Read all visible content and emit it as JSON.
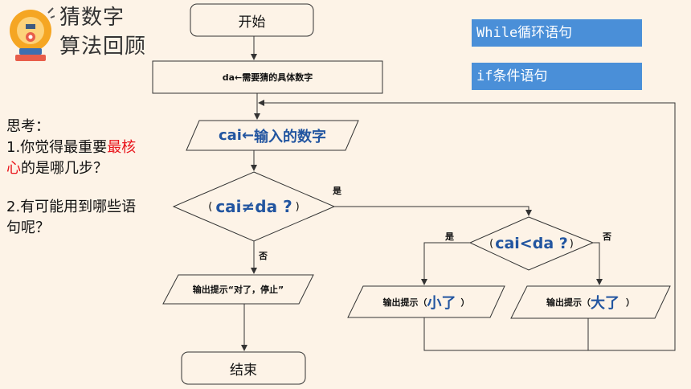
{
  "slide": {
    "title_line1": "猜数字",
    "title_line2": "算法回顾",
    "bell_icon": "alarm-bell-icon"
  },
  "thinking": {
    "heading": "思考：",
    "q1_part1": "1.你觉得最重要",
    "q1_highlight_a": "最核",
    "q1_highlight_b": "心",
    "q1_part2": "的是哪几步？",
    "q2_line1": "2.有可能用到哪些语",
    "q2_line2": "句呢？"
  },
  "tags": {
    "while_label": "While循环语句",
    "if_label": "if条件语句"
  },
  "flowchart": {
    "start": "开始",
    "assign": "da←需要猜的具体数字",
    "input_prefix": "cai",
    "input_arrow": "←",
    "input_text": "输入的数字",
    "cond1_open": "(",
    "cond1": "cai≠da ?",
    "cond1_close": ")",
    "yes1": "是",
    "no1": "否",
    "out_correct": "输出提示“对了，停止”",
    "end": "结束",
    "cond2_open": "(",
    "cond2": "cai<da ?",
    "cond2_close": ")",
    "yes2": "是",
    "no2": "否",
    "out_small_prefix": "输出提示（",
    "out_small_big": "小了",
    "out_small_suffix": "）",
    "out_big_prefix": "输出提示（",
    "out_big_big": "大了",
    "out_big_suffix": "）"
  },
  "colors": {
    "background": "#fdf3e7",
    "tag_blue": "#4a8fd8",
    "highlight_red": "#e8131a",
    "condition_blue": "#2255a0"
  }
}
